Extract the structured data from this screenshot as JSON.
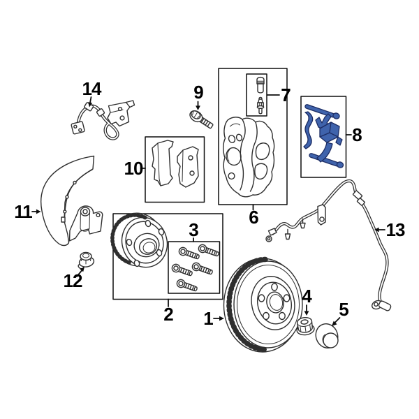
{
  "canvas": {
    "background": "#ffffff"
  },
  "colors": {
    "line": "#2e2e2e",
    "label": "#000000",
    "highlight_fill": "#3f63ac",
    "highlight_stroke": "#1c2c63"
  },
  "parts": {
    "p1": "1",
    "p2": "2",
    "p3": "3",
    "p4": "4",
    "p5": "5",
    "p6": "6",
    "p7": "7",
    "p8": "8",
    "p9": "9",
    "p10": "10",
    "p11": "11",
    "p12": "12",
    "p13": "13",
    "p14": "14"
  }
}
